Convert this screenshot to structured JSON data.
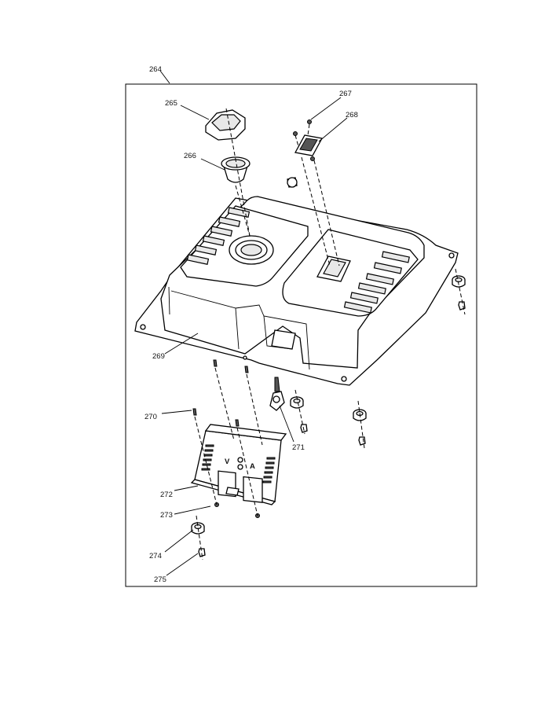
{
  "callouts": [
    {
      "id": "264",
      "label": "264"
    },
    {
      "id": "265",
      "label": "265"
    },
    {
      "id": "266",
      "label": "266"
    },
    {
      "id": "267",
      "label": "267"
    },
    {
      "id": "268",
      "label": "268"
    },
    {
      "id": "269",
      "label": "269"
    },
    {
      "id": "270",
      "label": "270"
    },
    {
      "id": "271",
      "label": "271"
    },
    {
      "id": "272",
      "label": "272"
    },
    {
      "id": "273",
      "label": "273"
    },
    {
      "id": "274",
      "label": "274"
    },
    {
      "id": "275",
      "label": "275"
    }
  ],
  "panel": {
    "volt_label": "V",
    "amp_label": "A"
  }
}
